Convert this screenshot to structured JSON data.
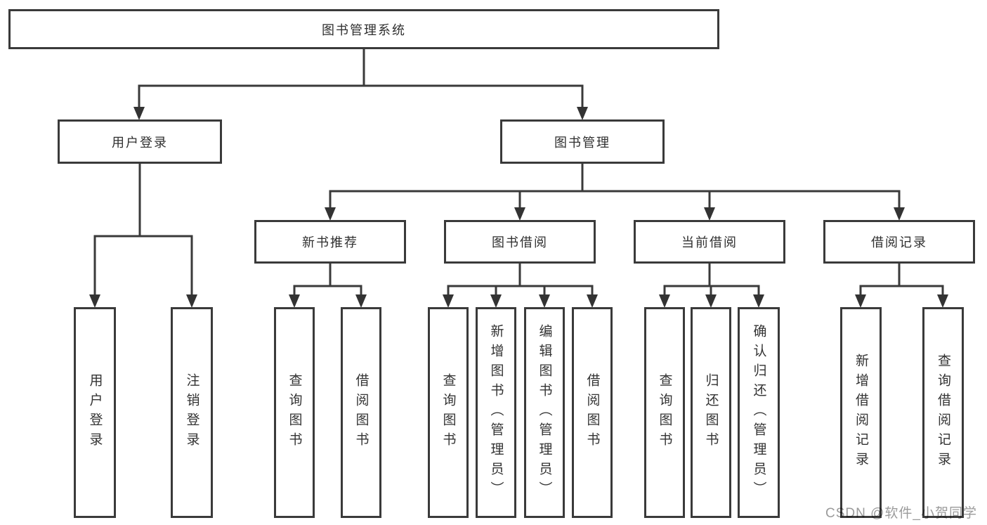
{
  "diagram": {
    "type": "tree",
    "root": {
      "label": "图书管理系统",
      "children": [
        {
          "label": "用户登录",
          "children": [
            {
              "label": "用户登录"
            },
            {
              "label": "注销登录"
            }
          ]
        },
        {
          "label": "图书管理",
          "children": [
            {
              "label": "新书推荐",
              "children": [
                {
                  "label": "查询图书"
                },
                {
                  "label": "借阅图书"
                }
              ]
            },
            {
              "label": "图书借阅",
              "children": [
                {
                  "label": "查询图书"
                },
                {
                  "label": "新增图书（管理员）"
                },
                {
                  "label": "编辑图书（管理员）"
                },
                {
                  "label": "借阅图书"
                }
              ]
            },
            {
              "label": "当前借阅",
              "children": [
                {
                  "label": "查询图书"
                },
                {
                  "label": "归还图书"
                },
                {
                  "label": "确认归还（管理员）"
                }
              ]
            },
            {
              "label": "借阅记录",
              "children": [
                {
                  "label": "新增借阅记录"
                },
                {
                  "label": "查询借阅记录"
                }
              ]
            }
          ]
        }
      ]
    }
  },
  "watermark": {
    "text": "CSDN @软件_小贺同学"
  },
  "colors": {
    "line": "#3a3a3a",
    "box_border": "#3a3a3a",
    "text": "#333333",
    "watermark": "#9b9b9b",
    "background": "#ffffff"
  }
}
